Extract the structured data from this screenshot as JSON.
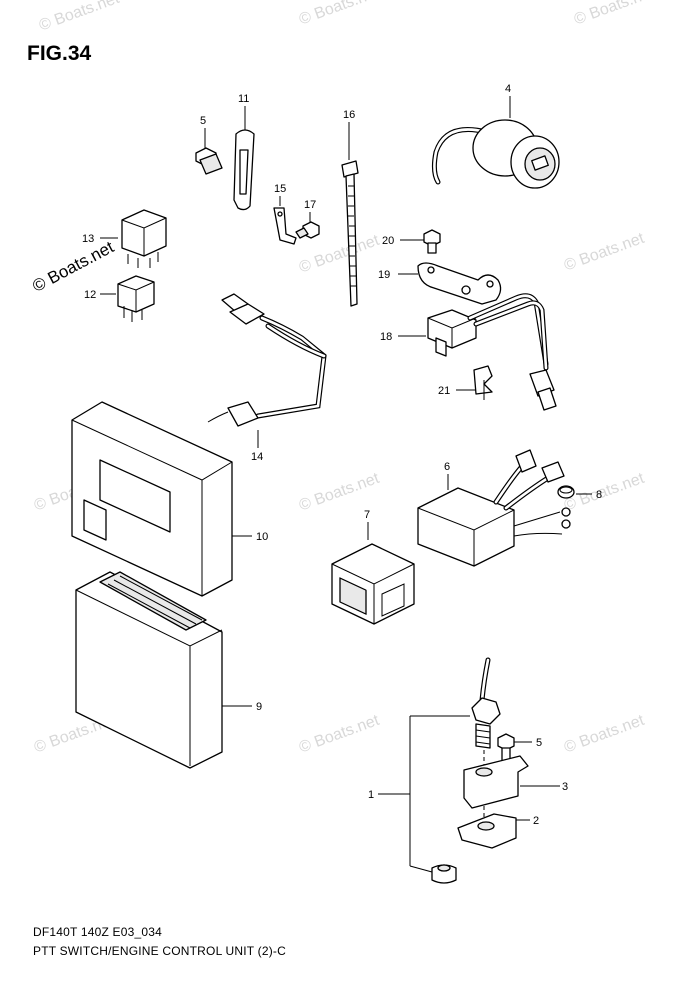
{
  "figure": {
    "title": "FIG.34",
    "footer_line1": "DF140T 140Z E03_034",
    "footer_line2": "PTT SWITCH/ENGINE CONTROL UNIT (2)-C"
  },
  "watermark": {
    "text": "© Boats.net",
    "highlighted": "© Boats.net"
  },
  "callouts": {
    "p1": "1",
    "p2": "2",
    "p3": "3",
    "p4": "4",
    "p5a": "5",
    "p5b": "5",
    "p6": "6",
    "p7": "7",
    "p8": "8",
    "p9": "9",
    "p10": "10",
    "p11": "11",
    "p12": "12",
    "p13": "13",
    "p14": "14",
    "p15": "15",
    "p16": "16",
    "p17": "17",
    "p18": "18",
    "p19": "19",
    "p20": "20",
    "p21": "21"
  }
}
